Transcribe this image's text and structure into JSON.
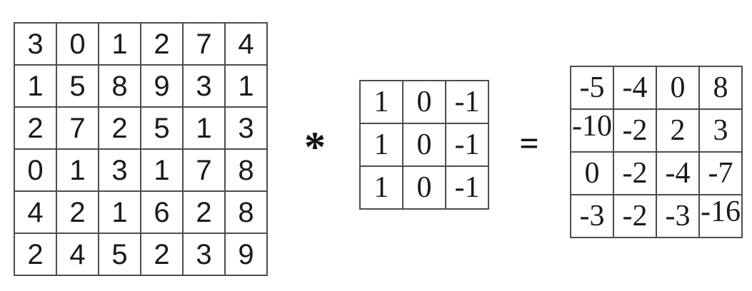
{
  "figure": {
    "description": "2D convolution example: input matrix convolved with kernel equals output matrix"
  },
  "operation": {
    "convolve_symbol": "*",
    "equals_symbol": "="
  },
  "input_matrix": {
    "rows": [
      [
        3,
        0,
        1,
        2,
        7,
        4
      ],
      [
        1,
        5,
        8,
        9,
        3,
        1
      ],
      [
        2,
        7,
        2,
        5,
        1,
        3
      ],
      [
        0,
        1,
        3,
        1,
        7,
        8
      ],
      [
        4,
        2,
        1,
        6,
        2,
        8
      ],
      [
        2,
        4,
        5,
        2,
        3,
        9
      ]
    ]
  },
  "kernel_matrix": {
    "rows": [
      [
        1,
        0,
        -1
      ],
      [
        1,
        0,
        -1
      ],
      [
        1,
        0,
        -1
      ]
    ]
  },
  "output_matrix": {
    "rows": [
      [
        -5,
        -4,
        0,
        8
      ],
      [
        -10,
        -2,
        2,
        3
      ],
      [
        0,
        -2,
        -4,
        -7
      ],
      [
        -3,
        -2,
        -3,
        -16
      ]
    ]
  }
}
